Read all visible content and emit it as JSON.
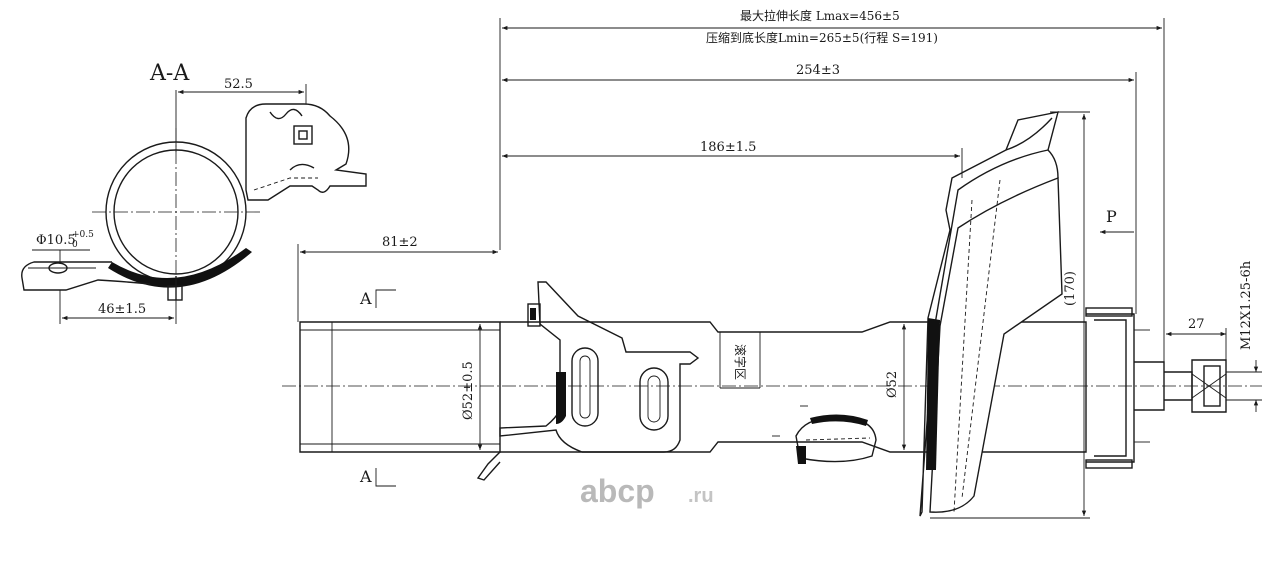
{
  "section": {
    "title": "A-A",
    "width_dim": "52.5",
    "hole_dim": "Φ10.5",
    "hole_tol_upper": "+0.5",
    "hole_tol_lower": "0",
    "offset_dim": "46±1.5"
  },
  "dimensions": {
    "max_length": "最大拉伸长度 Lmax=456±5",
    "min_length": "压缩到底长度Lmin=265±5(行程 S=191)",
    "length_254": "254±3",
    "length_186": "186±1.5",
    "length_81": "81±2",
    "height_170": "(170)",
    "thread": "M12X1.25-6h",
    "thread_len": "27",
    "dia_52_tol": "Ø52±0.5",
    "dia_52": "Ø52"
  },
  "labels": {
    "section_top": "A",
    "section_bottom": "A",
    "view_p": "P",
    "stamp": "滚字区"
  },
  "watermark": {
    "brand": "abcp",
    "tld": ".ru",
    "color": "#b9b9b9"
  }
}
